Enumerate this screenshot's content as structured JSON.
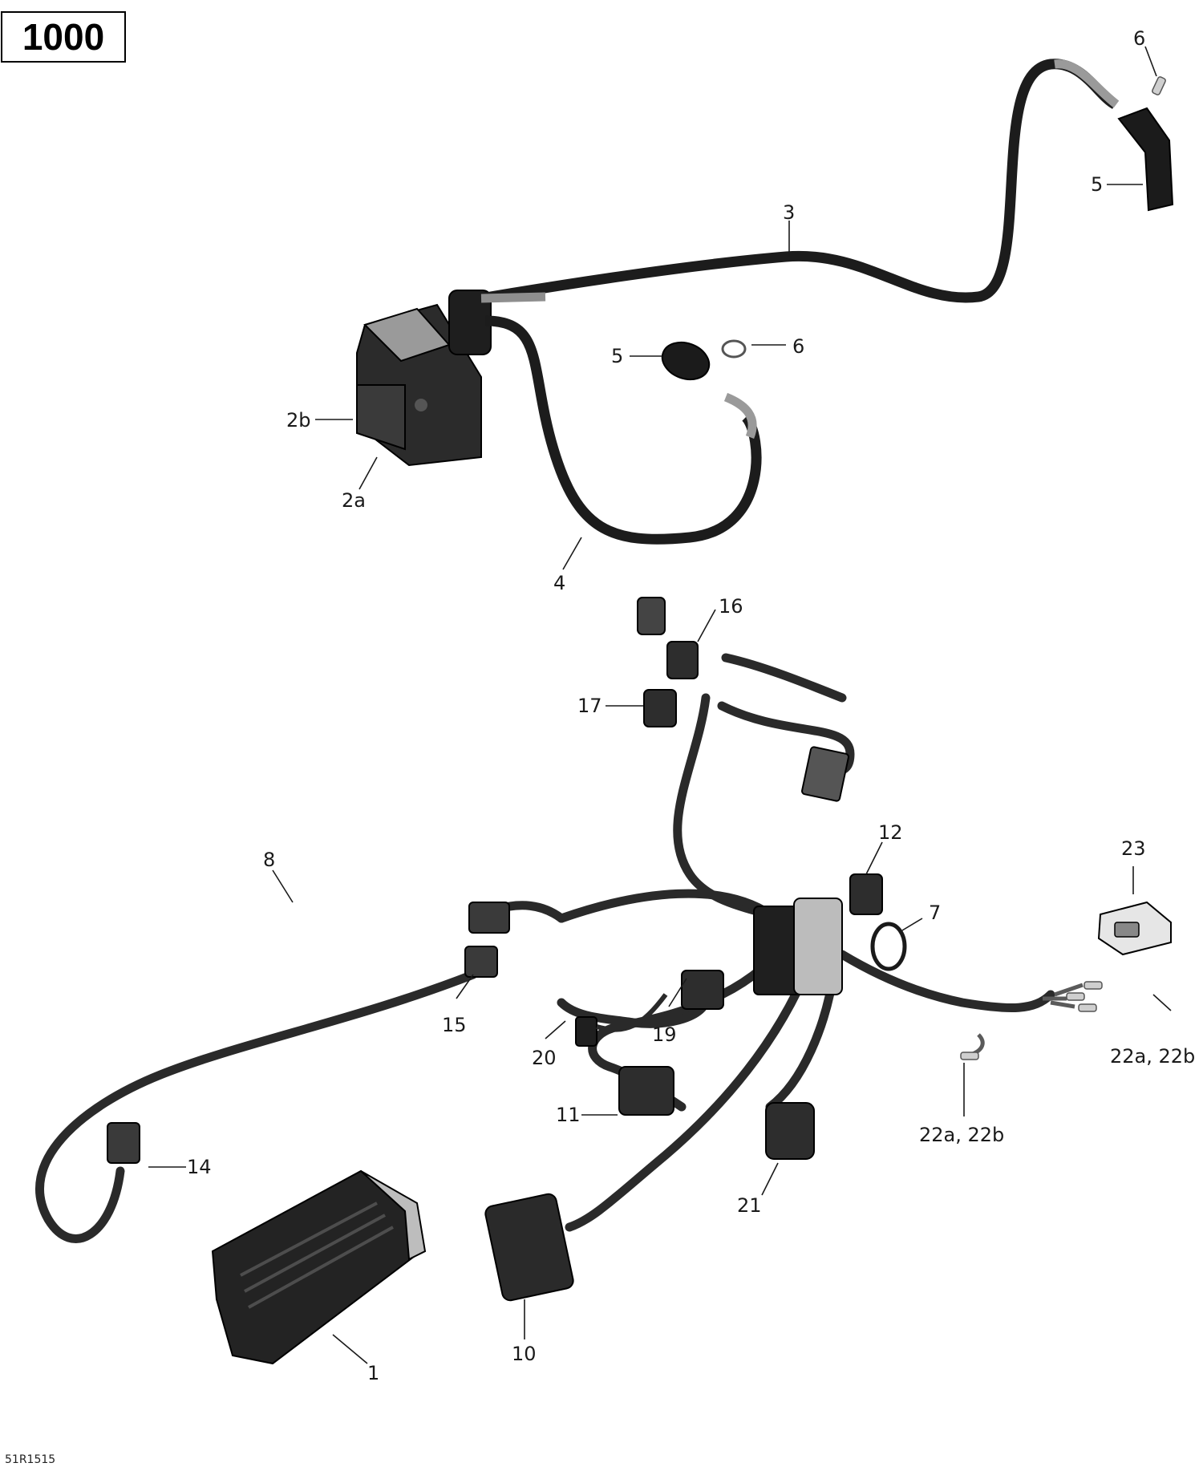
{
  "title": "1000",
  "doc_code": "51R1515",
  "callouts": [
    {
      "id": "c6a",
      "text": "6"
    },
    {
      "id": "c5a",
      "text": "5"
    },
    {
      "id": "c3",
      "text": "3"
    },
    {
      "id": "c5b",
      "text": "5"
    },
    {
      "id": "c6b",
      "text": "6"
    },
    {
      "id": "c2b",
      "text": "2b"
    },
    {
      "id": "c2a",
      "text": "2a"
    },
    {
      "id": "c4",
      "text": "4"
    },
    {
      "id": "c16",
      "text": "16"
    },
    {
      "id": "c17",
      "text": "17"
    },
    {
      "id": "c12",
      "text": "12"
    },
    {
      "id": "c23",
      "text": "23"
    },
    {
      "id": "c7",
      "text": "7"
    },
    {
      "id": "c8",
      "text": "8"
    },
    {
      "id": "c15",
      "text": "15"
    },
    {
      "id": "c20",
      "text": "20"
    },
    {
      "id": "c19",
      "text": "19"
    },
    {
      "id": "c22r",
      "text": "22a, 22b"
    },
    {
      "id": "c11",
      "text": "11"
    },
    {
      "id": "c22b",
      "text": "22a, 22b"
    },
    {
      "id": "c14",
      "text": "14"
    },
    {
      "id": "c21",
      "text": "21"
    },
    {
      "id": "c1",
      "text": "1"
    },
    {
      "id": "c10",
      "text": "10"
    }
  ]
}
